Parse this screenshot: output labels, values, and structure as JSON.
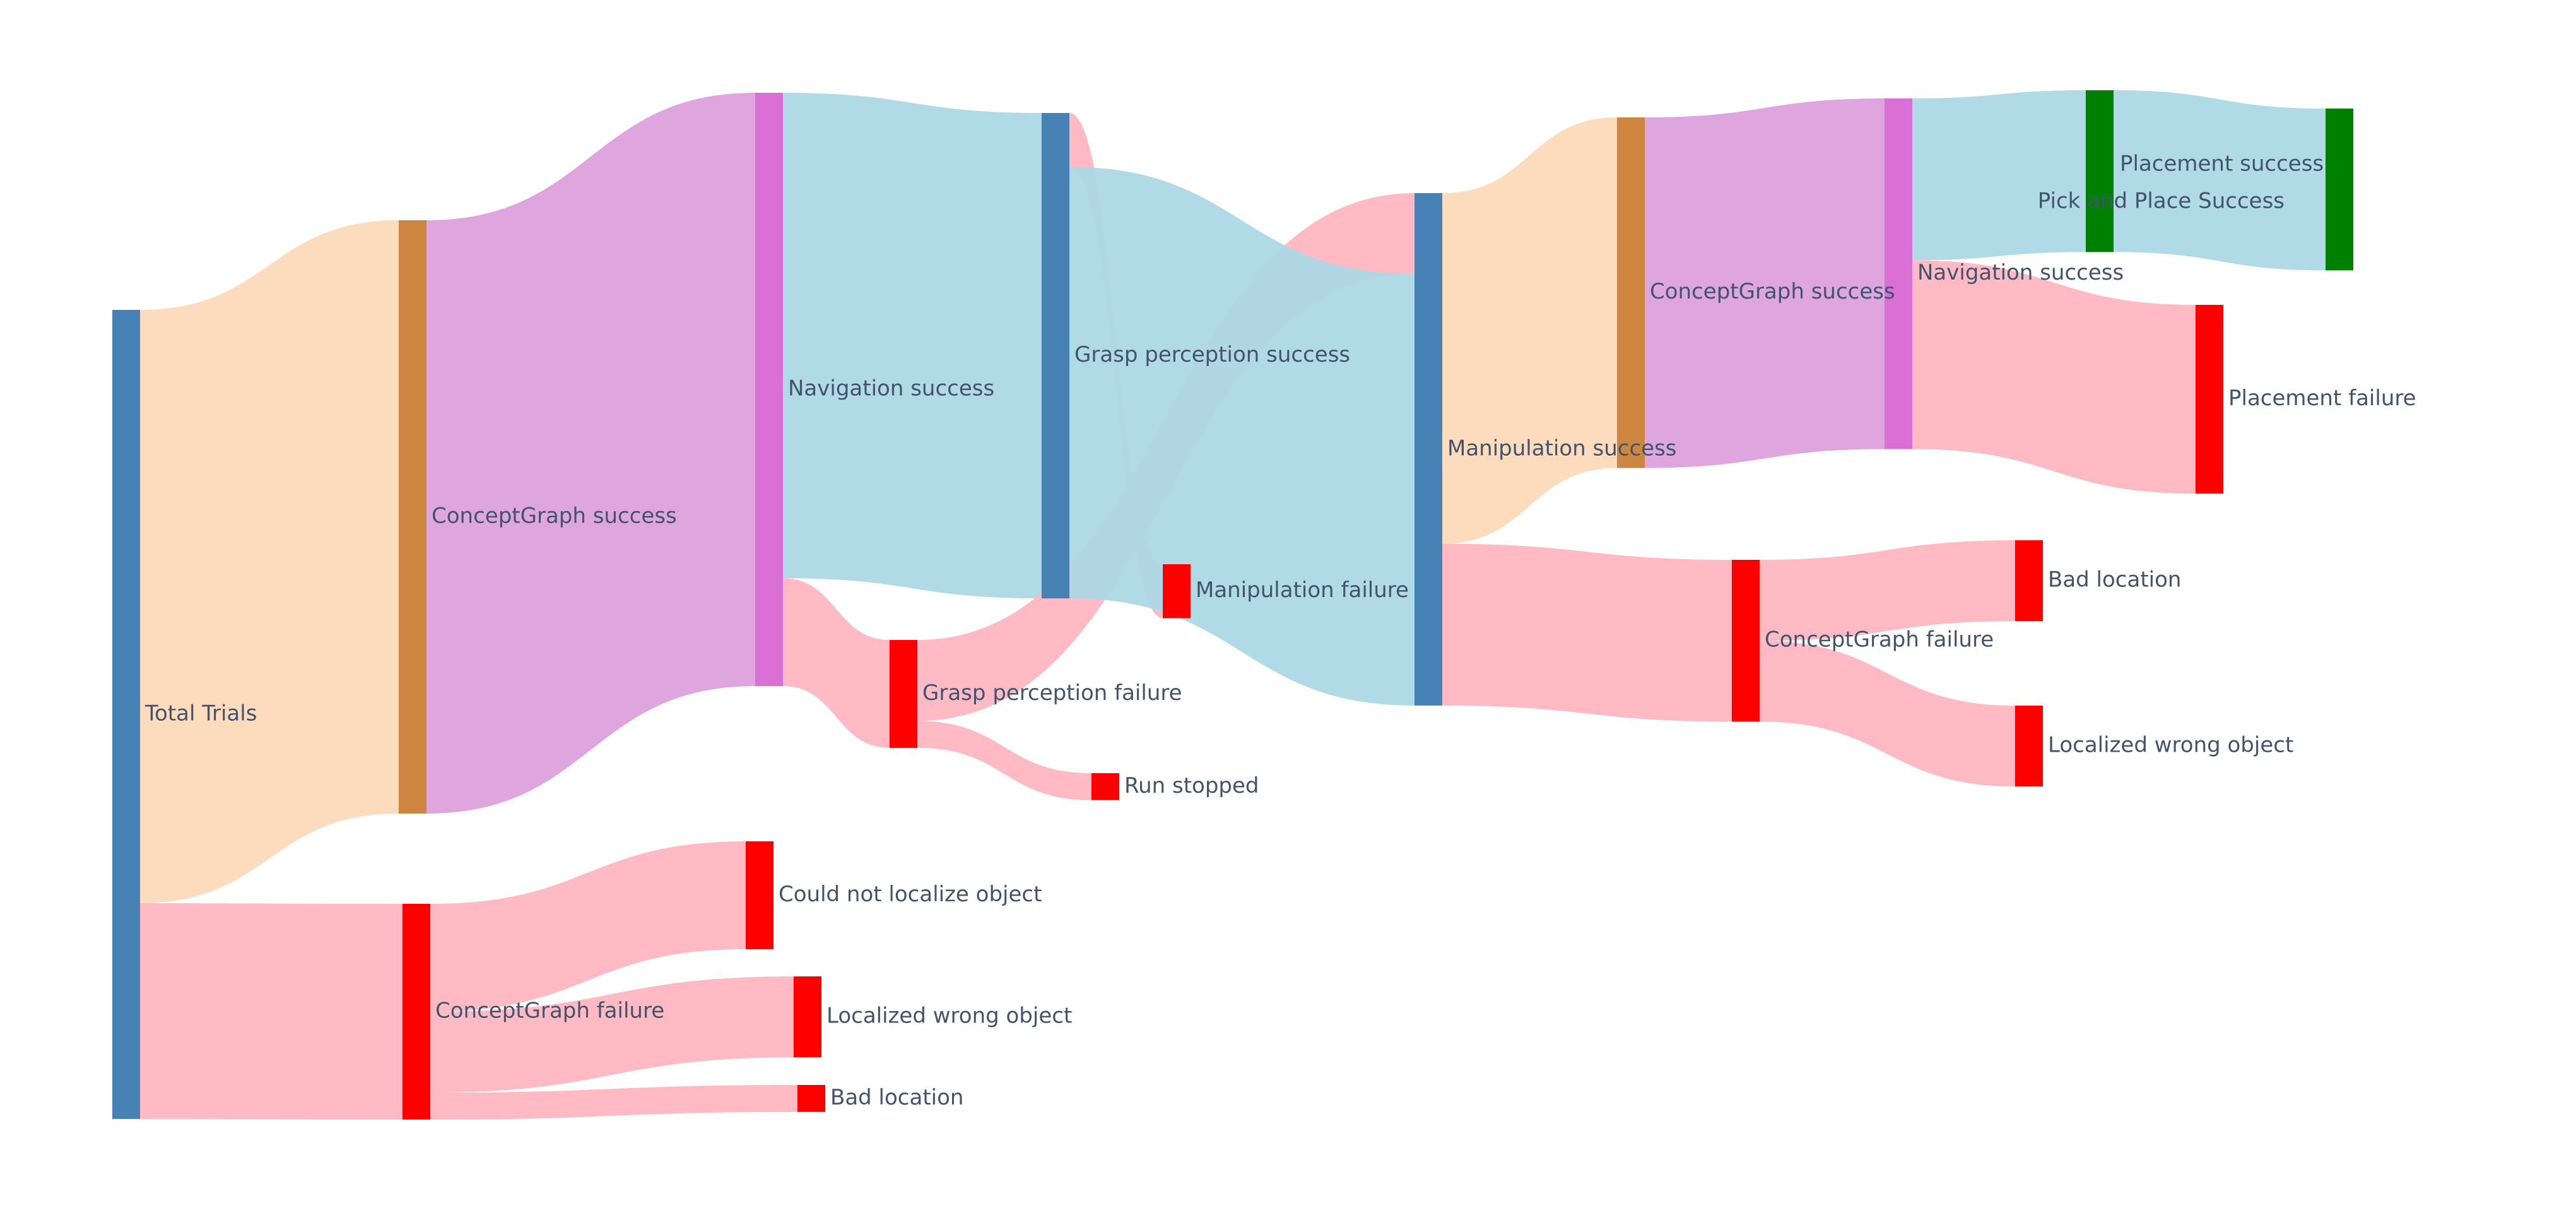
{
  "chart_data": {
    "type": "sankey",
    "colors": {
      "success_link": "#fcdab8",
      "conceptgraph_link": "#dca0dc",
      "navigation_link": "#add8e6",
      "failure_link": "#ffb6c1",
      "node_trials": "#4682b4",
      "node_conceptgraph": "#cd853f",
      "node_navigation": "#da70d6",
      "node_failure": "#ff0000",
      "node_final_success": "#008000",
      "label_text": "#42536e"
    },
    "nodes": [
      {
        "id": "total",
        "label": "Total Trials",
        "value": 30,
        "color": "node_trials"
      },
      {
        "id": "cg1_s",
        "label": "ConceptGraph success",
        "value": 22,
        "color": "node_conceptgraph"
      },
      {
        "id": "cg1_f",
        "label": "ConceptGraph failure",
        "value": 8,
        "color": "node_failure"
      },
      {
        "id": "cnl",
        "label": "Could not localize object",
        "value": 4,
        "color": "node_failure"
      },
      {
        "id": "lwo1",
        "label": "Localized wrong object",
        "value": 3,
        "color": "node_failure"
      },
      {
        "id": "bl1",
        "label": "Bad location",
        "value": 1,
        "color": "node_failure"
      },
      {
        "id": "nav1_s",
        "label": "Navigation success",
        "value": 22,
        "color": "node_navigation"
      },
      {
        "id": "gp_s",
        "label": "Grasp perception success",
        "value": 18,
        "color": "node_trials"
      },
      {
        "id": "gp_f",
        "label": "Grasp perception failure",
        "value": 4,
        "color": "node_failure"
      },
      {
        "id": "rs",
        "label": "Run stopped",
        "value": 1,
        "color": "node_failure"
      },
      {
        "id": "mf",
        "label": "Manipulation failure",
        "value": 2,
        "color": "node_failure"
      },
      {
        "id": "ms",
        "label": "Manipulation success",
        "value": 19,
        "color": "node_trials"
      },
      {
        "id": "cg2_s",
        "label": "ConceptGraph success",
        "value": 13,
        "color": "node_conceptgraph"
      },
      {
        "id": "cg2_f",
        "label": "ConceptGraph failure",
        "value": 6,
        "color": "node_failure"
      },
      {
        "id": "bl2",
        "label": "Bad location",
        "value": 3,
        "color": "node_failure"
      },
      {
        "id": "lwo2",
        "label": "Localized wrong object",
        "value": 3,
        "color": "node_failure"
      },
      {
        "id": "nav2_s",
        "label": "Navigation success",
        "value": 13,
        "color": "node_navigation"
      },
      {
        "id": "pl_s",
        "label": "Placement success",
        "value": 6,
        "color": "node_final_success"
      },
      {
        "id": "pl_f",
        "label": "Placement failure",
        "value": 7,
        "color": "node_failure"
      },
      {
        "id": "pp_s",
        "label": "Pick and Place Success",
        "value": 6,
        "color": "node_final_success"
      }
    ],
    "links": [
      {
        "source": "total",
        "target": "cg1_s",
        "value": 22,
        "color": "success_link"
      },
      {
        "source": "total",
        "target": "cg1_f",
        "value": 8,
        "color": "failure_link"
      },
      {
        "source": "cg1_f",
        "target": "cnl",
        "value": 4,
        "color": "failure_link"
      },
      {
        "source": "cg1_f",
        "target": "lwo1",
        "value": 3,
        "color": "failure_link"
      },
      {
        "source": "cg1_f",
        "target": "bl1",
        "value": 1,
        "color": "failure_link"
      },
      {
        "source": "cg1_s",
        "target": "nav1_s",
        "value": 22,
        "color": "conceptgraph_link"
      },
      {
        "source": "nav1_s",
        "target": "gp_s",
        "value": 18,
        "color": "navigation_link"
      },
      {
        "source": "nav1_s",
        "target": "gp_f",
        "value": 4,
        "color": "failure_link"
      },
      {
        "source": "gp_f",
        "target": "ms",
        "value": 3,
        "color": "failure_link"
      },
      {
        "source": "gp_f",
        "target": "rs",
        "value": 1,
        "color": "failure_link"
      },
      {
        "source": "gp_s",
        "target": "mf",
        "value": 2,
        "color": "failure_link"
      },
      {
        "source": "gp_s",
        "target": "ms",
        "value": 16,
        "color": "navigation_link"
      },
      {
        "source": "ms",
        "target": "cg2_s",
        "value": 13,
        "color": "success_link"
      },
      {
        "source": "ms",
        "target": "cg2_f",
        "value": 6,
        "color": "failure_link"
      },
      {
        "source": "cg2_f",
        "target": "bl2",
        "value": 3,
        "color": "failure_link"
      },
      {
        "source": "cg2_f",
        "target": "lwo2",
        "value": 3,
        "color": "failure_link"
      },
      {
        "source": "cg2_s",
        "target": "nav2_s",
        "value": 13,
        "color": "conceptgraph_link"
      },
      {
        "source": "nav2_s",
        "target": "pl_s",
        "value": 6,
        "color": "navigation_link"
      },
      {
        "source": "nav2_s",
        "target": "pl_f",
        "value": 7,
        "color": "failure_link"
      },
      {
        "source": "pl_s",
        "target": "pp_s",
        "value": 6,
        "color": "navigation_link"
      }
    ]
  }
}
